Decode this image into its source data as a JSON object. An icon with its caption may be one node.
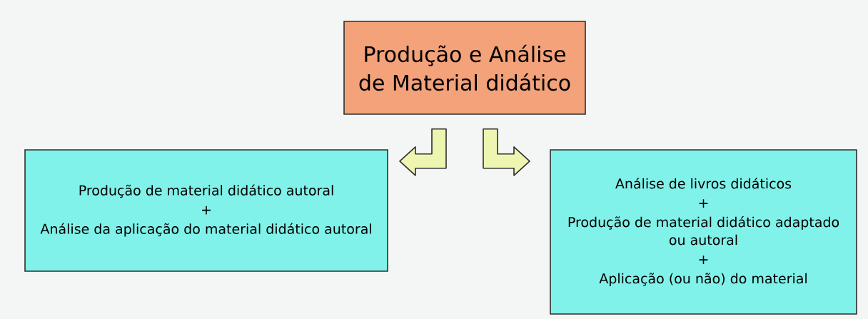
{
  "diagram": {
    "nodes": [
      {
        "text": [
          "Produção e Análise de Material didático"
        ]
      },
      {
        "text": [
          "Produção de material didático autoral",
          "+",
          "Análise da aplicação do material didático autoral"
        ]
      },
      {
        "text": [
          "Análise de livros didáticos",
          "+",
          "Produção de material didático adaptado ou autoral",
          "+",
          "Aplicação (ou não) do material"
        ]
      }
    ],
    "edges": [
      {
        "from": 0,
        "to": 1,
        "arrow": "to"
      },
      {
        "from": 0,
        "to": 2,
        "arrow": "to"
      }
    ]
  }
}
